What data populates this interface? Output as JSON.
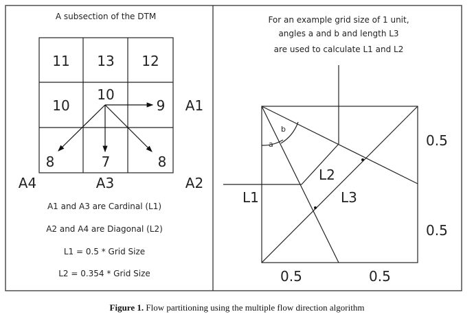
{
  "left_panel": {
    "title": "A subsection of the DTM",
    "grid": [
      [
        "11",
        "13",
        "12"
      ],
      [
        "10",
        "10",
        "9"
      ],
      [
        "8",
        "7",
        "8"
      ]
    ],
    "labels": {
      "a1": "A1",
      "a2": "A2",
      "a3": "A3",
      "a4": "A4"
    },
    "notes": [
      "A1 and A3 are Cardinal (L1)",
      "A2 and A4 are Diagonal (L2)",
      "L1 = 0.5 * Grid Size",
      "L2 = 0.354 * Grid Size"
    ]
  },
  "right_panel": {
    "title_lines": [
      "For an example grid size of 1 unit,",
      "angles a and b and length L3",
      "are used to calculate L1 and L2"
    ],
    "angle_a": "a",
    "angle_b": "b",
    "l1": "L1",
    "l2": "L2",
    "l3": "L3",
    "dims": {
      "right_top": "0.5",
      "right_bottom": "0.5",
      "bottom_left": "0.5",
      "bottom_right": "0.5"
    }
  },
  "caption": {
    "label": "Figure 1.",
    "text": "Flow partitioning using the multiple flow direction algorithm"
  }
}
